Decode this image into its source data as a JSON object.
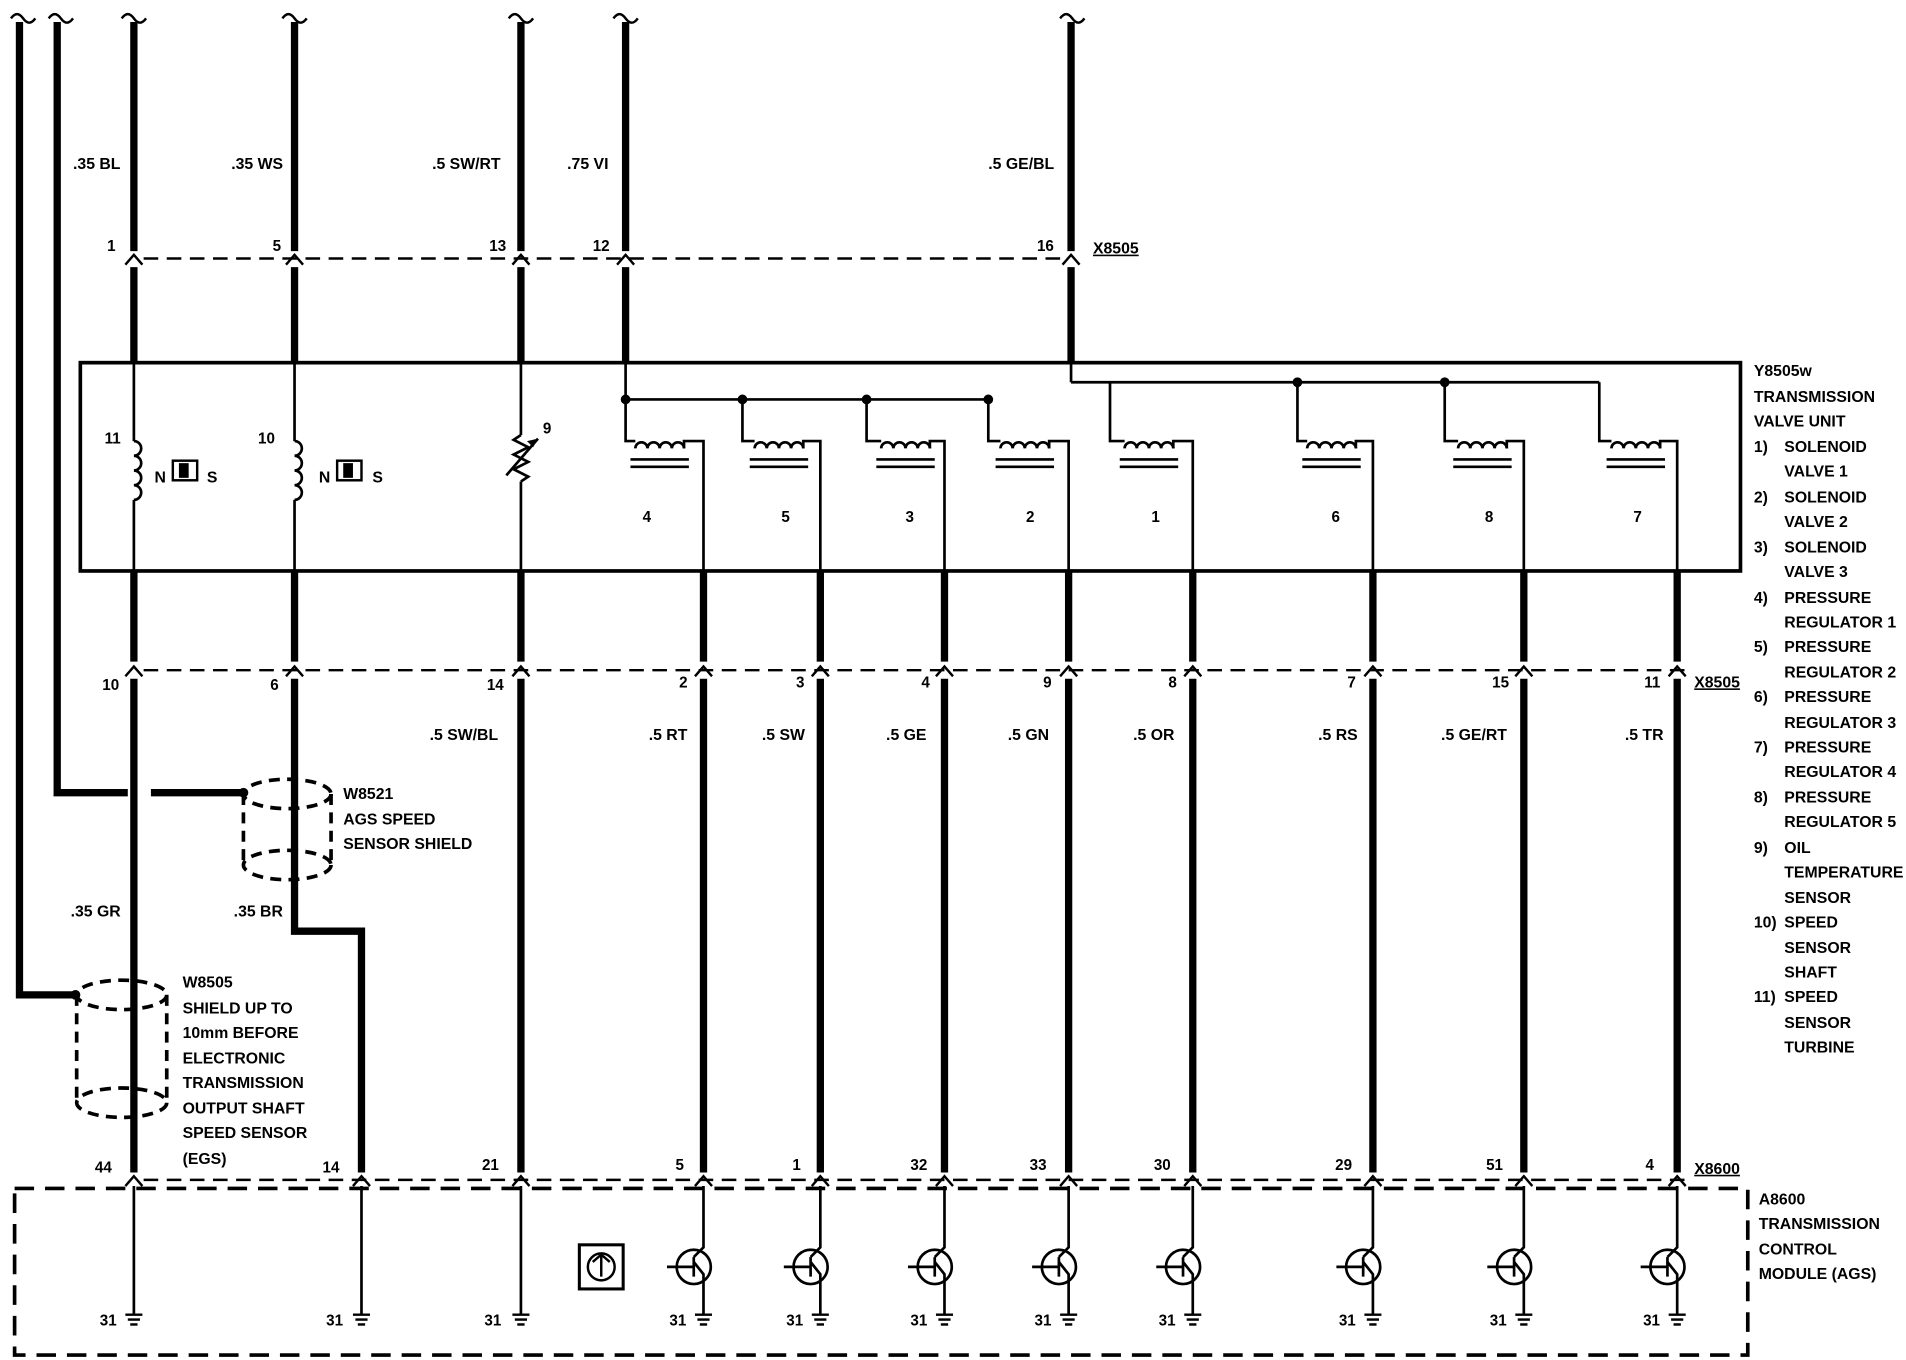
{
  "top_wires": [
    {
      "label": ".35 BL",
      "pin": "1"
    },
    {
      "label": ".35 WS",
      "pin": "5"
    },
    {
      "label": ".5 SW/RT",
      "pin": "13"
    },
    {
      "label": ".75 VI",
      "pin": "12"
    },
    {
      "label": ".5 GE/BL",
      "pin": "16"
    }
  ],
  "x8505_top": "X8505",
  "x8505_bottom": "X8505",
  "x8600": "X8600",
  "valve_unit": {
    "title_lines": [
      "Y8505w",
      "TRANSMISSION",
      "VALVE UNIT"
    ],
    "legend": [
      {
        "num": "1)",
        "lines": [
          "SOLENOID",
          "VALVE 1"
        ]
      },
      {
        "num": "2)",
        "lines": [
          "SOLENOID",
          "VALVE 2"
        ]
      },
      {
        "num": "3)",
        "lines": [
          "SOLENOID",
          "VALVE 3"
        ]
      },
      {
        "num": "4)",
        "lines": [
          "PRESSURE",
          "REGULATOR 1"
        ]
      },
      {
        "num": "5)",
        "lines": [
          "PRESSURE",
          "REGULATOR 2"
        ]
      },
      {
        "num": "6)",
        "lines": [
          "PRESSURE",
          "REGULATOR 3"
        ]
      },
      {
        "num": "7)",
        "lines": [
          "PRESSURE",
          "REGULATOR 4"
        ]
      },
      {
        "num": "8)",
        "lines": [
          "PRESSURE",
          "REGULATOR 5"
        ]
      },
      {
        "num": "9)",
        "lines": [
          "OIL",
          "TEMPERATURE",
          "SENSOR"
        ]
      },
      {
        "num": "10)",
        "lines": [
          "SPEED",
          "SENSOR",
          "SHAFT"
        ]
      },
      {
        "num": "11)",
        "lines": [
          "SPEED",
          "SENSOR",
          "TURBINE"
        ]
      }
    ],
    "sensor_11": "11",
    "sensor_10": "10",
    "sensor_9": "9",
    "magnet_n": "N",
    "magnet_s": "S",
    "solenoid_numbers": [
      "4",
      "5",
      "3",
      "2",
      "1",
      "6",
      "8",
      "7"
    ]
  },
  "mid_pins": [
    "10",
    "6",
    "14",
    "2",
    "3",
    "4",
    "9",
    "8",
    "7",
    "15",
    "11"
  ],
  "mid_wires": [
    ".5 SW/BL",
    ".5 RT",
    ".5 SW",
    ".5 GE",
    ".5 GN",
    ".5 OR",
    ".5 RS",
    ".5 GE/RT",
    ".5 TR"
  ],
  "w8521": [
    "W8521",
    "AGS SPEED",
    "SENSOR SHIELD"
  ],
  "w8505": [
    "W8505",
    "SHIELD UP TO",
    "10mm BEFORE",
    "ELECTRONIC",
    "TRANSMISSION",
    "OUTPUT SHAFT",
    "SPEED SENSOR",
    "(EGS)"
  ],
  "wire_35gr": ".35 GR",
  "wire_35br": ".35 BR",
  "module_pins": [
    "44",
    "14",
    "21",
    "5",
    "1",
    "32",
    "33",
    "30",
    "29",
    "51",
    "4"
  ],
  "module": {
    "lines": [
      "A8600",
      "TRANSMISSION",
      "CONTROL",
      "MODULE (AGS)"
    ]
  },
  "ground": "31"
}
